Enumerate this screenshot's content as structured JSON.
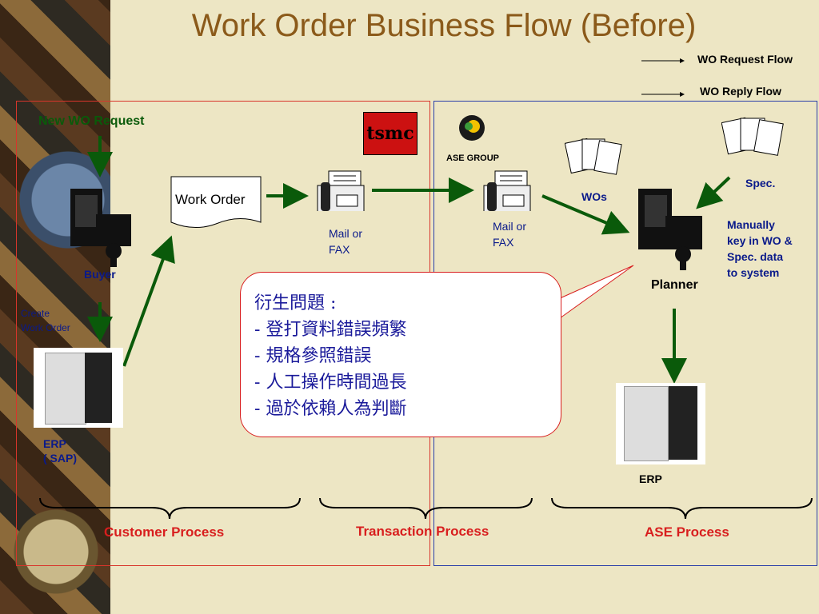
{
  "title": "Work Order Business Flow (Before)",
  "legend": {
    "request": "WO Request Flow",
    "reply": "WO Reply Flow"
  },
  "customer": {
    "new_request": "New WO Request",
    "work_order": "Work Order",
    "buyer": "Buyer",
    "create_wo": [
      "Create",
      "Work Order"
    ],
    "erp": [
      "ERP",
      "( SAP)"
    ],
    "mail_fax": [
      "Mail or",
      "FAX"
    ],
    "logo_text": "tsmc"
  },
  "ase": {
    "logo_text": "ASE GROUP",
    "mail_fax": [
      "Mail or",
      "FAX"
    ],
    "wos": "WOs",
    "spec": "Spec.",
    "manual": [
      "Manually",
      "key in WO &",
      "Spec. data",
      "to system"
    ],
    "planner": "Planner",
    "erp": "ERP"
  },
  "callout": {
    "heading": "衍生問題 :",
    "items": [
      "登打資料錯誤頻繁",
      "規格參照錯誤",
      "人工操作時間過長",
      "過於依賴人為判斷"
    ],
    "bullet": "-"
  },
  "sections": {
    "customer": "Customer Process",
    "transaction": "Transaction Process",
    "ase": "ASE Process"
  },
  "colors": {
    "title": "#8b5a1a",
    "arrow": "#0a5a0a",
    "red_box": "#d8352b",
    "blue_box": "#2b3fa8"
  }
}
